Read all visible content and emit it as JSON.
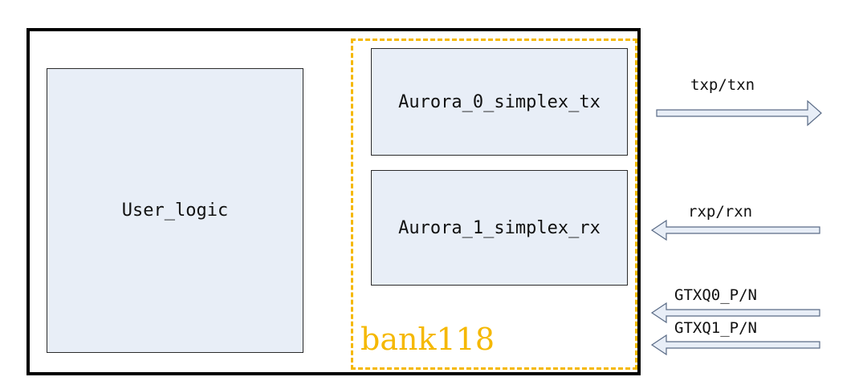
{
  "diagram": {
    "modules": {
      "user_logic": "User_logic",
      "tx": "Aurora_0_simplex_tx",
      "rx": "Aurora_1_simplex_rx"
    },
    "bank": {
      "label": "bank118",
      "color": "#f5b800"
    },
    "signals": {
      "tx": "txp/txn",
      "rx": "rxp/rxn",
      "gtx0": "GTXQ0_P/N",
      "gtx1": "GTXQ1_P/N"
    },
    "colors": {
      "box_fill": "#e8eef7",
      "arrow_fill": "#e8eef7",
      "frame": "#000000"
    }
  }
}
